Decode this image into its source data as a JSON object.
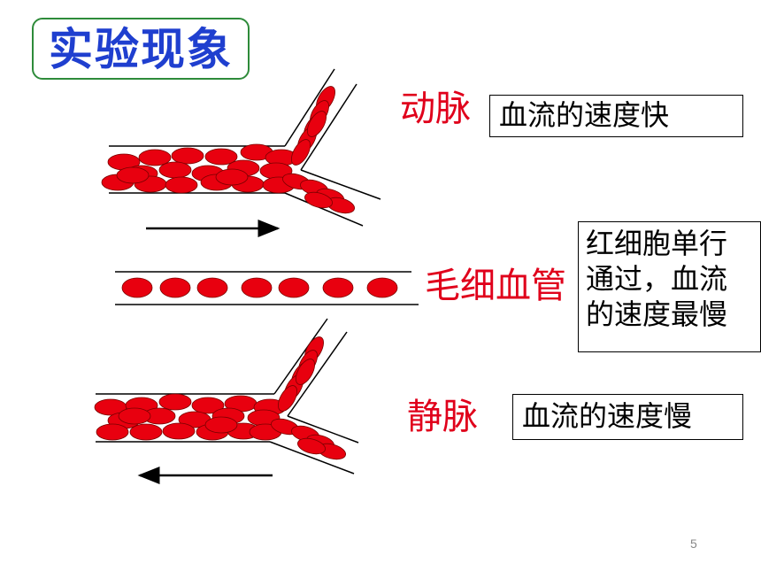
{
  "title": "实验现象",
  "vessels": {
    "artery": {
      "label": "动脉",
      "description": "血流的速度快"
    },
    "capillary": {
      "label": "毛细血管",
      "description_lines": [
        "红细胞单行",
        "通过，血流",
        "的速度最慢"
      ]
    },
    "vein": {
      "label": "静脉",
      "description": "血流的速度慢"
    }
  },
  "page_number": "5",
  "colors": {
    "title": "#1f3fcf",
    "title_border": "#2e8b3a",
    "label": "#e0001b",
    "blood_cell": "#e8000f"
  }
}
